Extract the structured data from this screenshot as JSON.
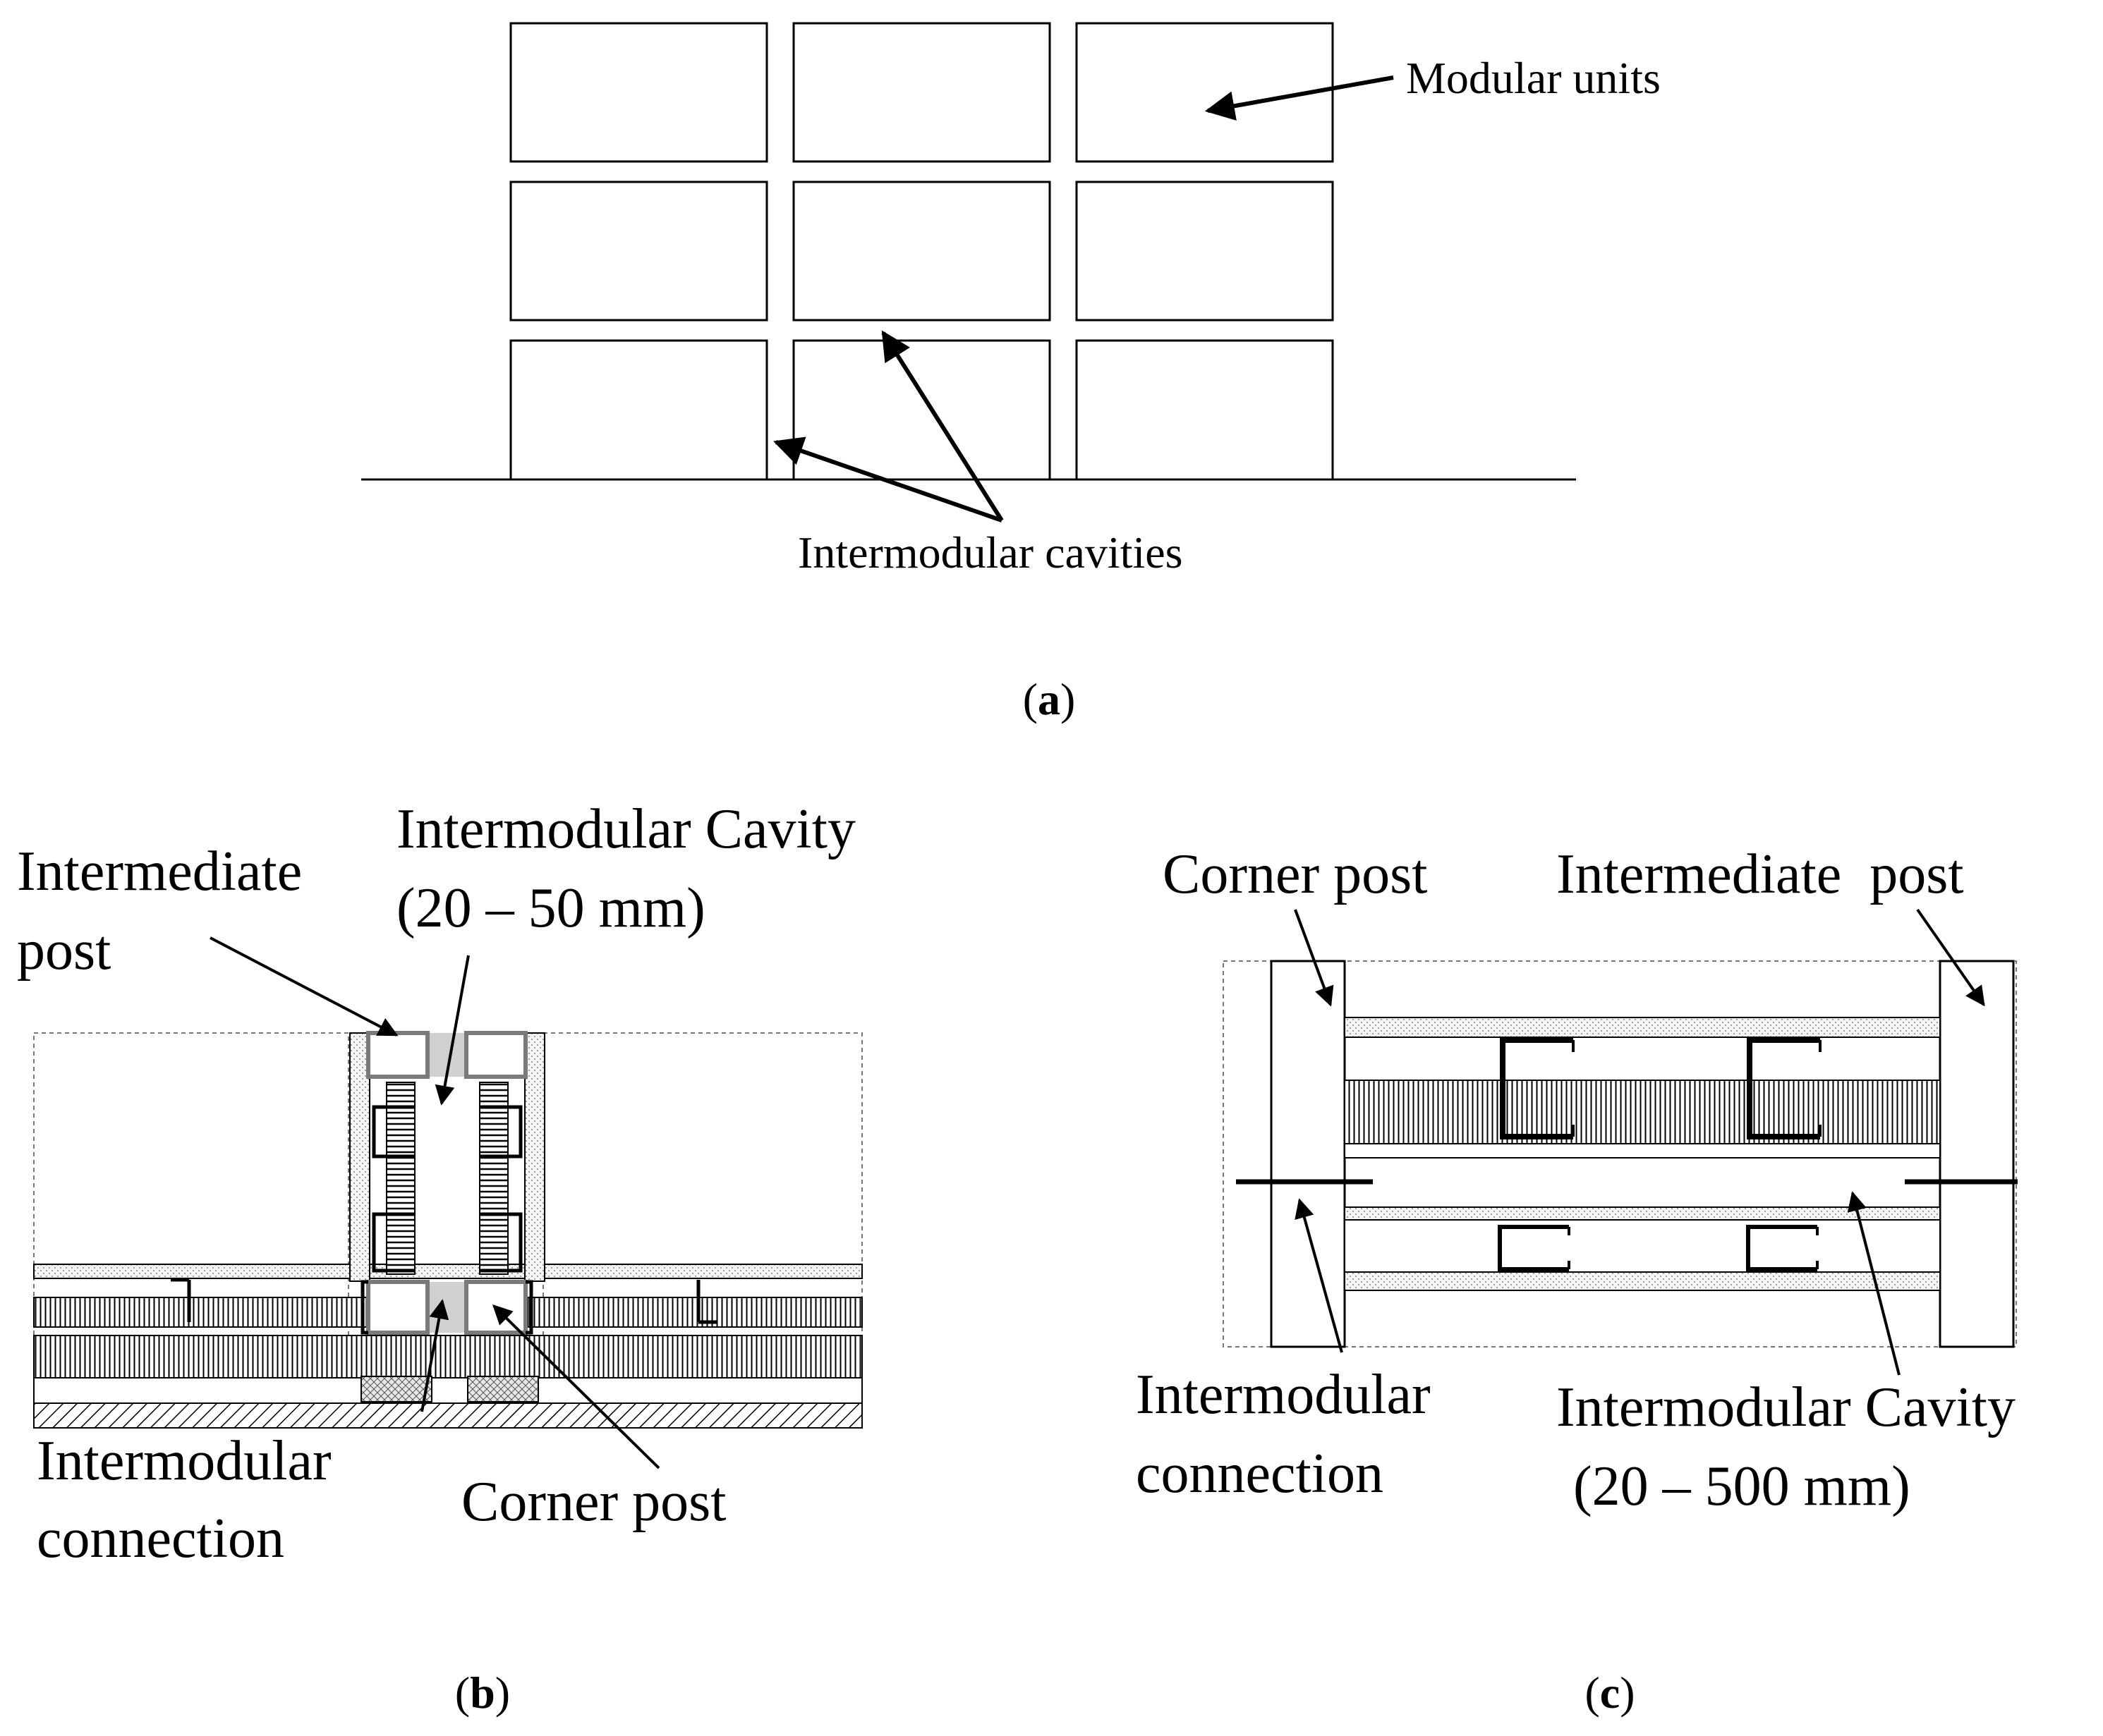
{
  "figure": {
    "panel_a": {
      "label_prefix": "(",
      "label_letter": "a",
      "label_suffix": ")",
      "modular_units": "Modular units",
      "intermodular_cavities": "Intermodular cavities"
    },
    "panel_b": {
      "label_prefix": "(",
      "label_letter": "b",
      "label_suffix": ")",
      "cavity_line1": "Intermodular Cavity",
      "cavity_line2": "(20 – 50 mm)",
      "intermediate_line1": "Intermediate",
      "intermediate_line2": "post",
      "connection_line1": "Intermodular",
      "connection_line2": "connection",
      "corner_post": "Corner post"
    },
    "panel_c": {
      "label_prefix": "(",
      "label_letter": "c",
      "label_suffix": ")",
      "corner_post": "Corner post",
      "intermediate_post": "Intermediate  post",
      "connection_line1": "Intermodular",
      "connection_line2": "connection",
      "cavity_line1": "Intermodular Cavity",
      "cavity_line2": "(20 – 500 mm)"
    }
  },
  "colors": {
    "line": "#000000",
    "post_fill": "#d0d0d0",
    "post_stroke": "#7a7a7a",
    "background": "#ffffff"
  }
}
